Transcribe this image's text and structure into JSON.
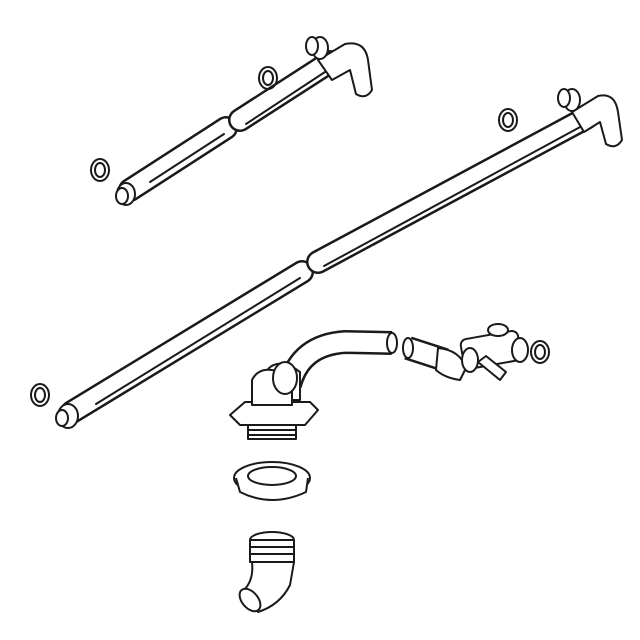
{
  "figure": {
    "description_visible_text": "",
    "colors": {
      "line": "#1a1a1a",
      "background": "#ffffff"
    },
    "parts": [
      "short-hose",
      "long-hose",
      "o-ring",
      "bent-drain-pipe",
      "valve",
      "flange-fitting",
      "lock-nut",
      "elbow-fitting"
    ]
  }
}
